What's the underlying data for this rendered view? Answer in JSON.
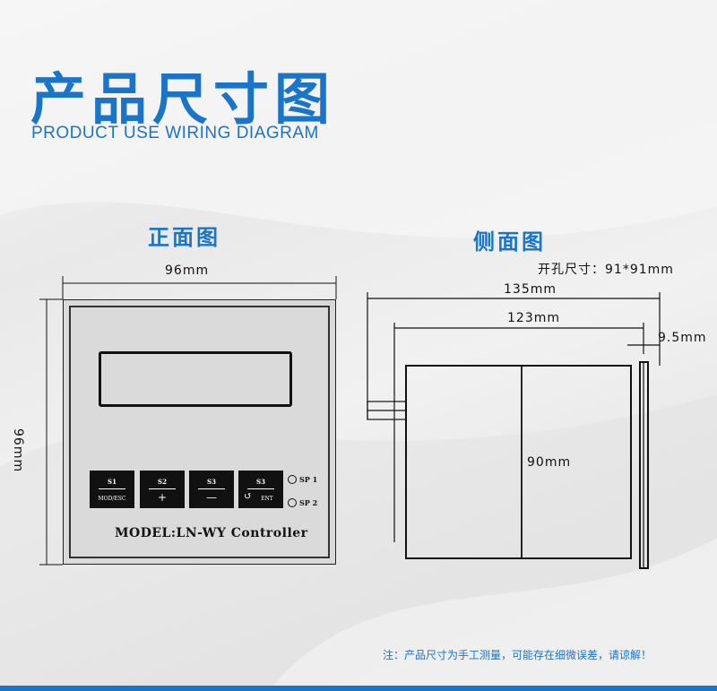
{
  "header": {
    "title_cn": "产品尺寸图",
    "title_en": "PRODUCT USE WIRING DIAGRAM"
  },
  "front_view": {
    "title": "正面图",
    "width_label": "96mm",
    "height_label": "96mm",
    "keys": [
      {
        "top": "S1",
        "bottom": "MOD/ESC"
      },
      {
        "top": "S2",
        "bottom": "+"
      },
      {
        "top": "S3",
        "bottom": "—"
      },
      {
        "top": "S3",
        "bottom": "ENT"
      }
    ],
    "leds": [
      "SP 1",
      "SP 2"
    ],
    "model": "MODEL:LN-WY  Controller"
  },
  "side_view": {
    "title": "侧面图",
    "cutout": "开孔尺寸：91*91mm",
    "dim_total": "135mm",
    "dim_body": "123mm",
    "dim_panel": "9.5mm",
    "dim_height": "90mm"
  },
  "note": "注：产品尺寸为手工测量，可能存在细微误差，请谅解！",
  "colors": {
    "accent": "#1a75c8",
    "line": "#111111"
  }
}
